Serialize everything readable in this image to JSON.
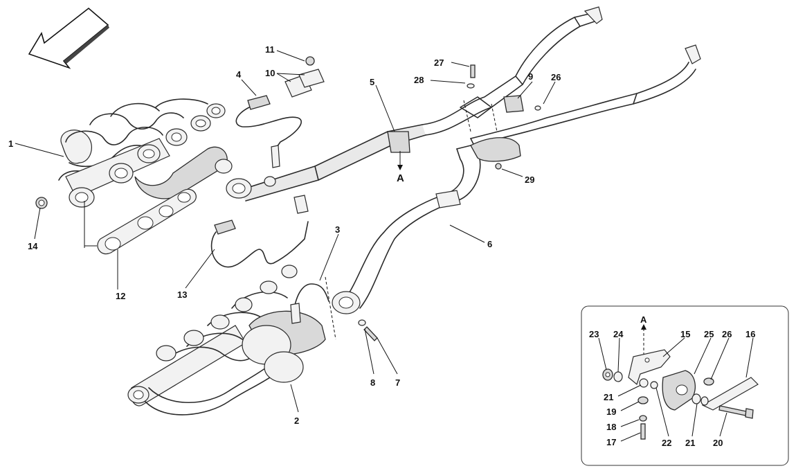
{
  "diagram": {
    "labels": {
      "p1": "1",
      "p2": "2",
      "p3": "3",
      "p4": "4",
      "p5": "5",
      "p6": "6",
      "p7": "7",
      "p8": "8",
      "p9": "9",
      "p10": "10",
      "p11": "11",
      "p12": "12",
      "p13": "13",
      "p14": "14",
      "p26": "26",
      "p27": "27",
      "p28": "28",
      "p29": "29",
      "view_a": "A"
    },
    "inset": {
      "view_a": "A",
      "labels": {
        "p15": "15",
        "p16": "16",
        "p17": "17",
        "p18": "18",
        "p19": "19",
        "p20": "20",
        "p21a": "21",
        "p21b": "21",
        "p22": "22",
        "p23": "23",
        "p24": "24",
        "p25": "25",
        "p26": "26"
      }
    }
  }
}
